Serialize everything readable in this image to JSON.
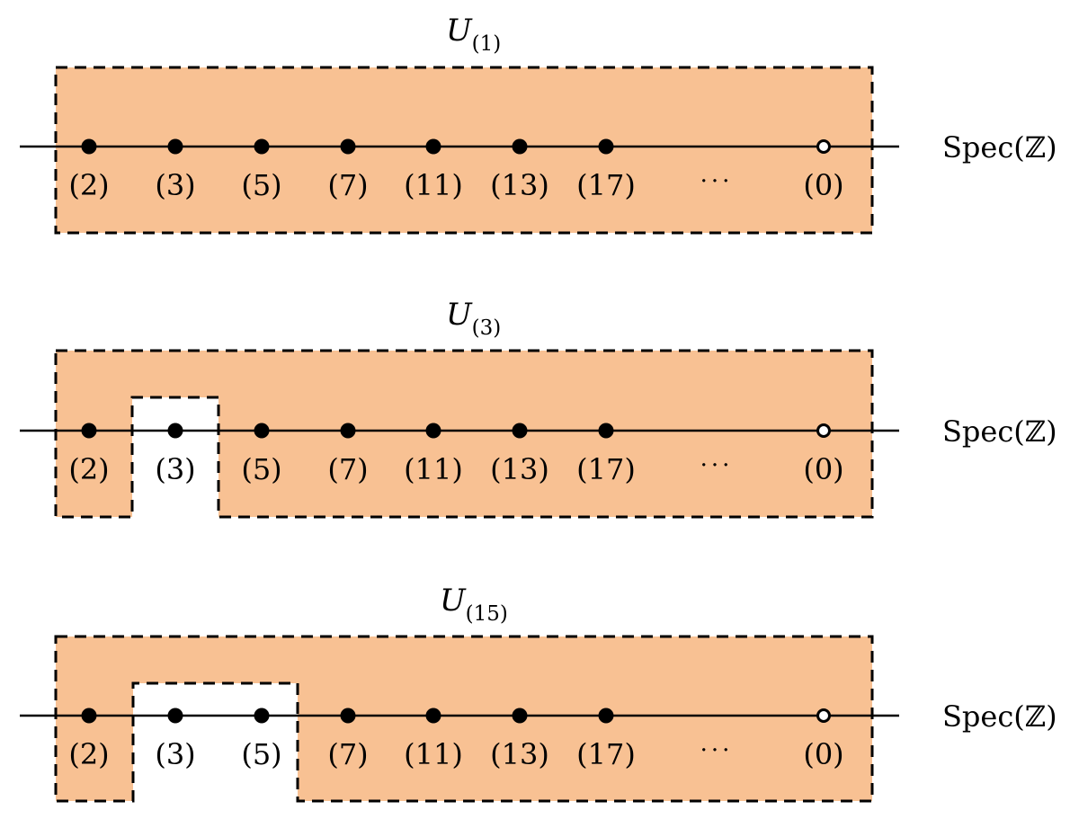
{
  "colors": {
    "region_fill": "#f8c193",
    "outline": "#000000",
    "background": "#ffffff"
  },
  "space_label": "Spec(ℤ)",
  "point_labels": [
    "(2)",
    "(3)",
    "(5)",
    "(7)",
    "(11)",
    "(13)",
    "(17)",
    "(0)"
  ],
  "ellipsis": "···",
  "panels": [
    {
      "title_main": "U",
      "title_sub": "(1)",
      "excluded_points": []
    },
    {
      "title_main": "U",
      "title_sub": "(3)",
      "excluded_points": [
        "(3)"
      ]
    },
    {
      "title_main": "U",
      "title_sub": "(15)",
      "excluded_points": [
        "(3)",
        "(5)"
      ]
    }
  ]
}
